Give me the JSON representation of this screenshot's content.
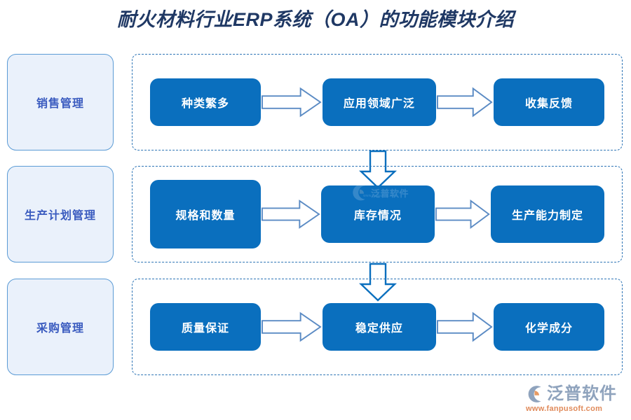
{
  "title": "耐火材料行业ERP系统（OA）的功能模块介绍",
  "theme": {
    "title_color": "#1F3864",
    "step_box_fill": "#0A6FBE",
    "step_box_text": "#FFFFFF",
    "category_fill": "#EAF1FB",
    "category_border": "#5B9BD5",
    "category_text": "#3A5BBF",
    "dashed_border": "#2E75B6",
    "arrow_stroke": "#5B8BC4",
    "background": "#FFFFFF"
  },
  "rows": [
    {
      "category": "销售管理",
      "steps": [
        "种类繁多",
        "应用领域广泛",
        "收集反馈"
      ]
    },
    {
      "category": "生产计划管理",
      "steps": [
        "规格和数量",
        "库存情况",
        "生产能力制定"
      ]
    },
    {
      "category": "采购管理",
      "steps": [
        "质量保证",
        "稳定供应",
        "化学成分"
      ]
    }
  ],
  "connectors": {
    "horizontal_icon": "arrow-right-icon",
    "vertical_icon": "arrow-down-icon"
  },
  "watermark": {
    "text": "泛普软件",
    "sub": "www.fanpusoft.com"
  },
  "brand": {
    "mark": "fanpu-logo-icon",
    "name": "泛普软件",
    "url": "www.fanpusoft.com"
  }
}
